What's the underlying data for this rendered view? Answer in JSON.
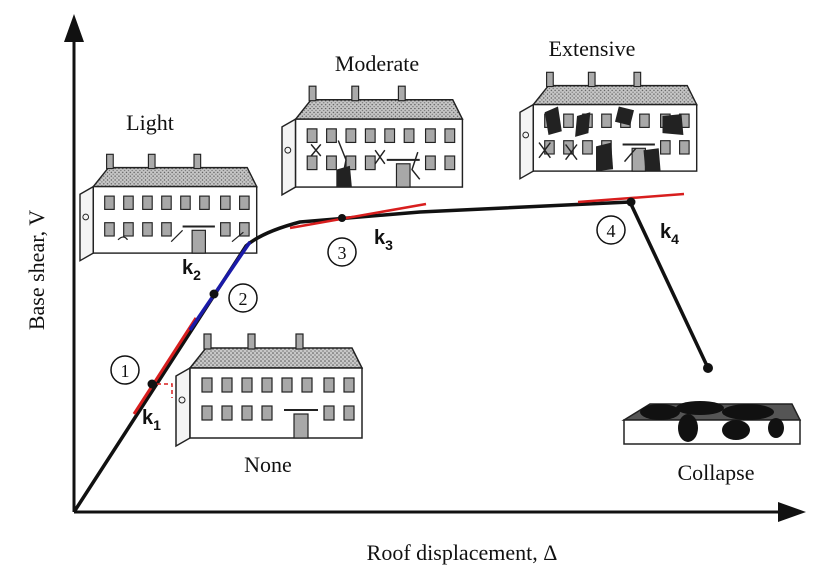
{
  "axes": {
    "x_label": "Roof displacement, Δ",
    "y_label": "Base shear, V"
  },
  "damage_states": {
    "none": "None",
    "light": "Light",
    "moderate": "Moderate",
    "extensive": "Extensive",
    "collapse": "Collapse"
  },
  "points": {
    "p1": "1",
    "p2": "2",
    "p3": "3",
    "p4": "4"
  },
  "stiffness": {
    "k1": {
      "base": "k",
      "sub": "1"
    },
    "k2": {
      "base": "k",
      "sub": "2"
    },
    "k3": {
      "base": "k",
      "sub": "3"
    },
    "k4": {
      "base": "k",
      "sub": "4"
    }
  },
  "colors": {
    "curve": "#111111",
    "tangent_red": "#d81e1e",
    "tangent_blue": "#1a1aa8",
    "wall": "#ffffff",
    "roof": "#b9b9b9",
    "window": "#a8a8a8"
  }
}
